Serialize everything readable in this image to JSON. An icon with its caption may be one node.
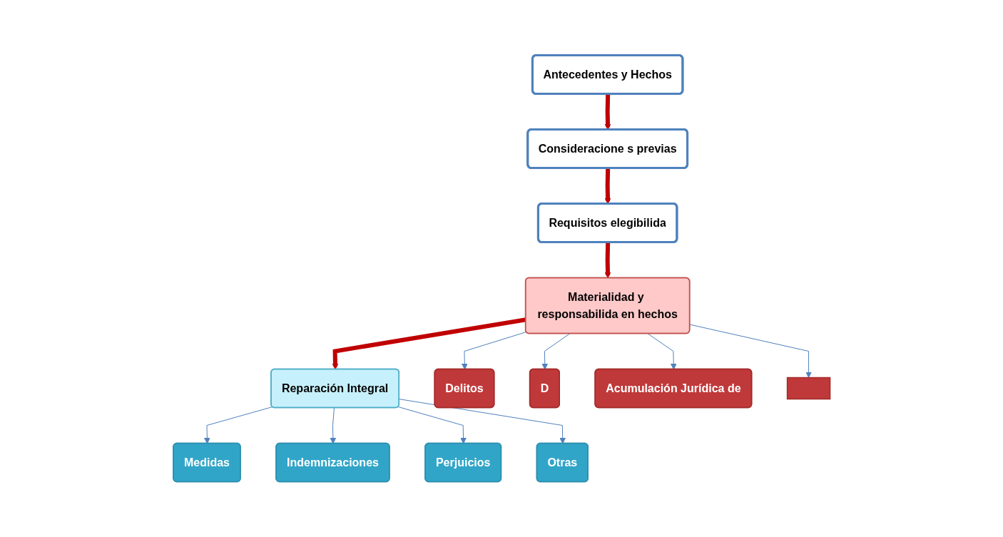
{
  "diagram": {
    "nodes": [
      {
        "text": [
          "Antecedentes y Hechos"
        ]
      },
      {
        "text": [
          "Consideracione s previas"
        ]
      },
      {
        "text": [
          "Requisitos elegibilida"
        ]
      },
      {
        "text": [
          "Materialidad y responsabilida en hechos"
        ]
      },
      {
        "text": [
          "Reparación Integral"
        ]
      },
      {
        "text": [
          "Medidas"
        ]
      },
      {
        "text": [
          "Indemnizaciones"
        ]
      },
      {
        "text": [
          "Perjuicios"
        ]
      },
      {
        "text": [
          "Otras"
        ]
      },
      {
        "text": [
          "Delitos"
        ]
      },
      {
        "text": [
          "D"
        ]
      },
      {
        "text": [
          "Acumulación Jurídica de"
        ]
      },
      {
        "text": [],
        "shape": "box"
      }
    ],
    "edges": [
      {
        "from": 0,
        "to": 1,
        "arrow": "to",
        "style": "thick",
        "color": "#c00000"
      },
      {
        "from": 1,
        "to": 2,
        "arrow": "to",
        "style": "thick",
        "color": "#c00000"
      },
      {
        "from": 2,
        "to": 3,
        "arrow": "to",
        "style": "thick",
        "color": "#c00000"
      },
      {
        "from": 3,
        "to": 4,
        "arrow": "to",
        "style": "thick",
        "color": "#c00000"
      },
      {
        "from": 4,
        "to": 5,
        "arrow": "to"
      },
      {
        "from": 4,
        "to": 6,
        "arrow": "to"
      },
      {
        "from": 4,
        "to": 7,
        "arrow": "to"
      },
      {
        "from": 4,
        "to": 8,
        "arrow": "to"
      },
      {
        "from": 3,
        "to": 9,
        "arrow": "to"
      },
      {
        "from": 3,
        "to": 10,
        "arrow": "to"
      },
      {
        "from": 3,
        "to": 11,
        "arrow": "to"
      },
      {
        "from": 3,
        "to": 12,
        "arrow": "to"
      }
    ]
  }
}
